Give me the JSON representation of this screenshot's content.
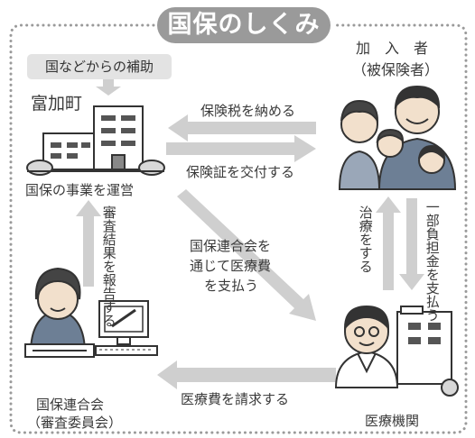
{
  "title": "国保のしくみ",
  "subsidy": "国などからの補助",
  "town": {
    "name": "富加町",
    "role": "国保の事業を運営"
  },
  "insured": {
    "name_line1": "加　入　者",
    "name_line2": "（被保険者）"
  },
  "federation": {
    "name_line1": "国保連合会",
    "name_line2": "（審査委員会）"
  },
  "medical": {
    "name": "医療機関"
  },
  "flows": {
    "pay_tax": "保険税を納める",
    "issue_card": "保険証を交付する",
    "partial_payment": "一部負担金を支払う",
    "treatment": "治療をする",
    "report_results": "審査結果を報告する",
    "pay_via_federation": [
      "国保連合会を",
      "通じて医療費",
      "を支払う"
    ],
    "claim_costs": "医療費を請求する"
  },
  "colors": {
    "arrow_fill": "#cfcfcf",
    "title_bg": "#9a9a9a",
    "border_dots": "#9a9a9a"
  }
}
